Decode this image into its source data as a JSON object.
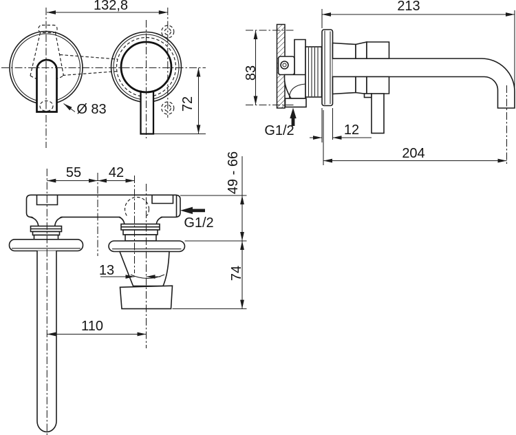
{
  "drawing": {
    "kind": "wall-mounted basin mixer installation drawing",
    "views": {
      "front": {
        "labels": {
          "centers_distance": "132,8",
          "escutcheon_diameter": "Ø 83",
          "spout_drop": "72"
        }
      },
      "side": {
        "labels": {
          "total_projection": "213",
          "rough_in_height": "83",
          "inlet_thread": "G1/2",
          "plate_depth": "12",
          "spout_projection": "204"
        }
      },
      "plan": {
        "labels": {
          "handle_spacing": "55",
          "valve_spacing": "42",
          "depth_range": "49 - 66",
          "inlet_thread": "G1/2",
          "outlet_offset": "13",
          "body_depth": "74",
          "spout_offset": "110"
        }
      }
    }
  }
}
